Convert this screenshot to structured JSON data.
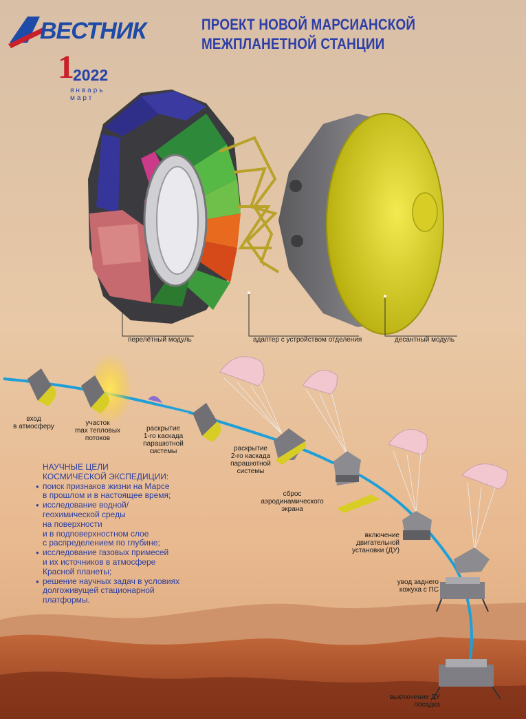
{
  "header": {
    "logo": "ВЕСТНИК",
    "issue_number": "1",
    "issue_year": "2022",
    "issue_months": [
      "январь",
      "март"
    ],
    "title_lines": [
      "ПРОЕКТ НОВОЙ МАРСИАНСКОЙ",
      "МЕЖПЛАНЕТНОЙ СТАНЦИИ"
    ]
  },
  "modules": {
    "cruise": "перелётный модуль",
    "adapter": "адаптер с устройством отделения",
    "lander": "десантный модуль"
  },
  "stages": {
    "entry": [
      "вход",
      "в атмосферу"
    ],
    "heat": [
      "участок",
      "max тепловых",
      "потоков"
    ],
    "chute1": [
      "раскрытие",
      "1-го каскада",
      "парашютной",
      "системы"
    ],
    "chute2": [
      "раскрытие",
      "2-го каскада",
      "парашютной",
      "системы"
    ],
    "shield": [
      "сброс",
      "аэродинамического",
      "экрана"
    ],
    "engine": [
      "включение",
      "двигательной",
      "установки (ДУ)"
    ],
    "shell": [
      "увод заднего",
      "кожуха с ПС"
    ],
    "landing": [
      "выключение ДУ",
      "посадка"
    ]
  },
  "goals": {
    "heading": [
      "НАУЧНЫЕ ЦЕЛИ",
      "КОСМИЧЕСКОЙ ЭКСПЕДИЦИИ:"
    ],
    "items": [
      "поиск признаков жизни на Марсе\nв прошлом и в настоящее время;",
      "исследование водной/\nгеохимической среды\nна поверхности\nи в подповерхностном слое\nс распределением по глубине;",
      "исследование газовых примесей\nи их источников в атмосфере\nКрасной планеты;",
      "решение научных задач в условиях\nдолгоживущей стационарной\nплатформы."
    ]
  },
  "colors": {
    "title_blue": "#2d3ea8",
    "logo_red": "#c8212b",
    "trajectory": "#1f9fd8",
    "heatshield": "#d8cf20"
  }
}
